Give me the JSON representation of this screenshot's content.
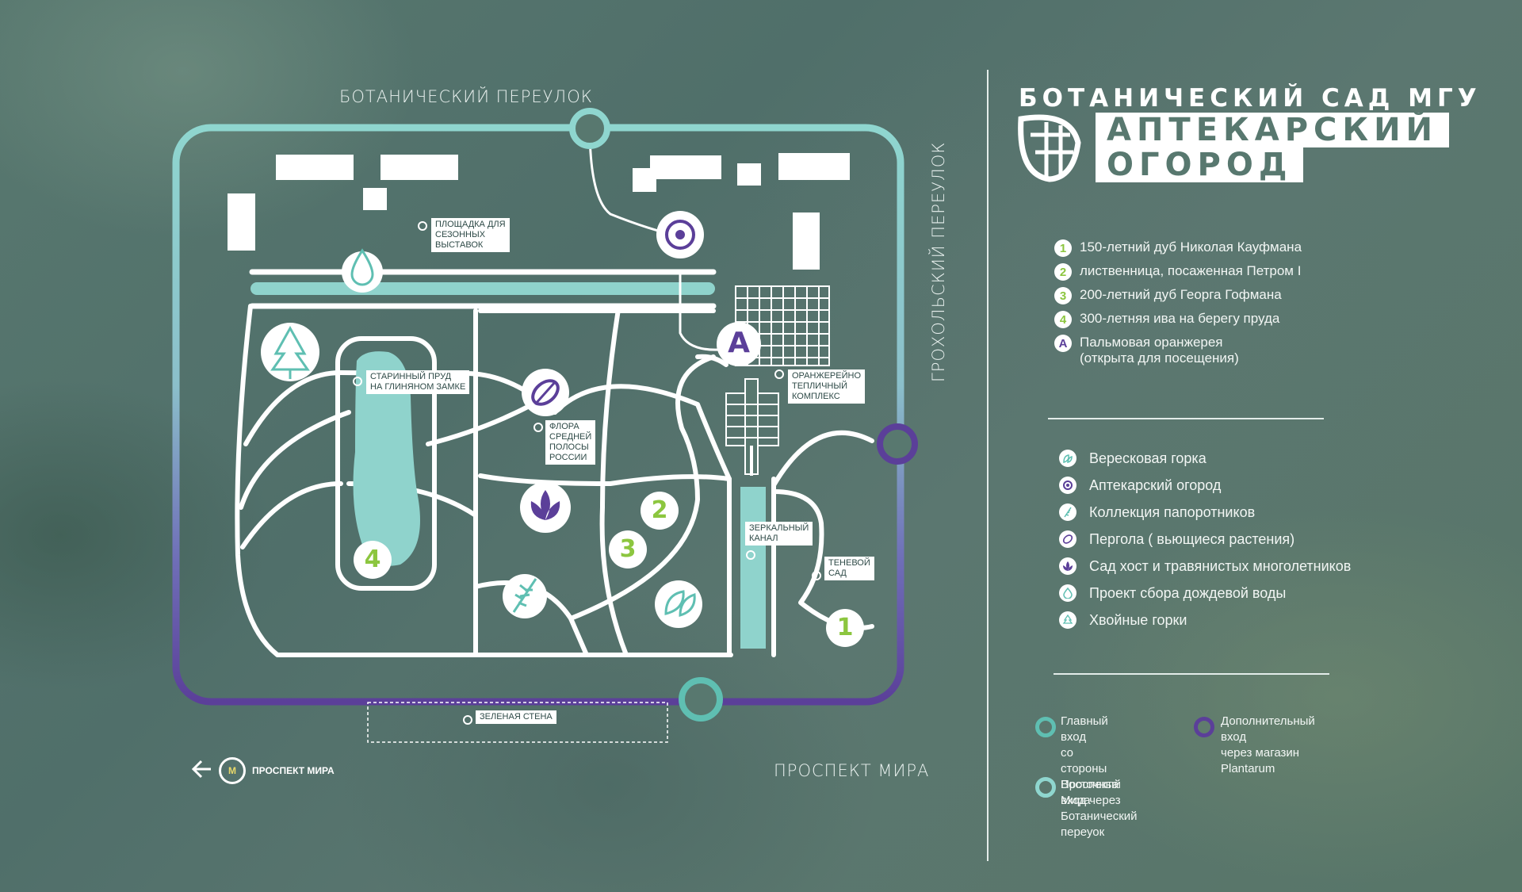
{
  "streets": {
    "top": "БОТАНИЧЕСКИЙ ПЕРЕУЛОК",
    "right": "ГРОХОЛЬСКИЙ ПЕРЕУЛОК",
    "bottom": "ПРОСПЕКТ МИРА"
  },
  "map_labels": {
    "seasonal": "ПЛОЩАДКА ДЛЯ\nСЕЗОННЫХ\nВЫСТАВОК",
    "pond": "СТАРИННЫЙ ПРУД\nНА ГЛИНЯНОМ ЗАМКЕ",
    "flora": "ФЛОРА\nСРЕДНЕЙ\nПОЛОСЫ\nРОССИИ",
    "greenhouse": "ОРАНЖЕРЕЙНО\nТЕПЛИЧНЫЙ\nКОМПЛЕКС",
    "canal": "ЗЕРКАЛЬНЫЙ\nКАНАЛ",
    "shadow": "ТЕНЕВОЙ\nСАД",
    "wall": "ЗЕЛЕНАЯ СТЕНА"
  },
  "map_markers": {
    "n1": "1",
    "n2": "2",
    "n3": "3",
    "n4": "4",
    "a": "A"
  },
  "metro": {
    "badge": "М",
    "label": "ПРОСПЕКТ МИРА"
  },
  "title": {
    "top": "БОТАНИЧЕСКИЙ САД МГУ",
    "line1": "АПТЕКАРСКИЙ",
    "line2": "ОГОРОД"
  },
  "legend_numbers": [
    {
      "num": "1",
      "text": "150-летний дуб Николая Кауфмана"
    },
    {
      "num": "2",
      "text": "лиственница, посаженная Петром I"
    },
    {
      "num": "3",
      "text": "200-летний дуб Георга Гофмана"
    },
    {
      "num": "4",
      "text": "300-летняя ива на берегу пруда"
    },
    {
      "num": "A",
      "text": "Пальмовая оранжерея\n(открыта для посещения)"
    }
  ],
  "legend_zones": [
    {
      "icon": "heather-icon",
      "text": "Вересковая горка"
    },
    {
      "icon": "apothecary-flower-icon",
      "text": "Аптекарский огород"
    },
    {
      "icon": "fern-icon",
      "text": "Коллекция папоротников"
    },
    {
      "icon": "pergola-icon",
      "text": "Пергола ( вьющиеся растения)"
    },
    {
      "icon": "hosta-icon",
      "text": "Сад хост и травянистых многолетников"
    },
    {
      "icon": "raindrop-icon",
      "text": "Проект сбора дождевой воды"
    },
    {
      "icon": "conifer-icon",
      "text": "Хвойные горки"
    }
  ],
  "entrances": {
    "main": "Главный вход\nсо стороны\nПроспекта Мира",
    "extra": "Дополнительный вход\nчерез магазин\nPlantarum",
    "east": "Восточный вход через Ботанический переуок"
  },
  "colors": {
    "teal": "#5fbfb2",
    "purple": "#5b3f99",
    "green": "#8cc63f",
    "water": "#8fd3cc"
  }
}
